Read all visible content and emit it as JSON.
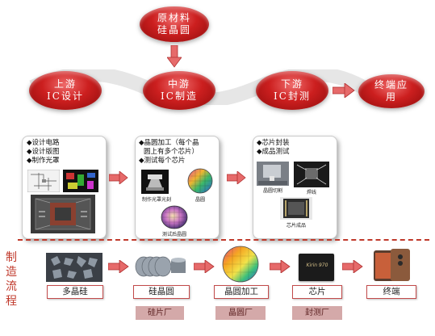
{
  "top_node": {
    "line1": "原材料",
    "line2": "硅晶圆"
  },
  "stages": [
    {
      "line1": "上游",
      "line2": "IC设计"
    },
    {
      "line1": "中游",
      "line2": "IC制造"
    },
    {
      "line1": "下游",
      "line2": "IC封测"
    }
  ],
  "end_node": {
    "line1": "终端应",
    "line2": "用"
  },
  "panels": {
    "design": {
      "bullets": [
        "◆设计电路",
        "◆设计版图",
        "◆制作光罩"
      ]
    },
    "manufacturing": {
      "bullets": [
        "◆晶圆加工（每个晶",
        "圆上有多个芯片）",
        "◆测试每个芯片"
      ],
      "captions": [
        "制作光罩光刻",
        "晶圆",
        "测试后晶圆"
      ]
    },
    "packaging": {
      "bullets": [
        "◆芯片封装",
        "◆成品测试"
      ],
      "captions": [
        "晶圆切割",
        "焊线",
        "芯片成品"
      ]
    }
  },
  "section_title": [
    "制",
    "造",
    "流",
    "程"
  ],
  "flow": [
    "多晶硅",
    "硅晶圆",
    "晶圆加工",
    "芯片",
    "终端"
  ],
  "chip_text": "Kirin 970",
  "fabs": [
    "硅片厂",
    "晶圆厂",
    "封测厂"
  ],
  "colors": {
    "accent_red": "#cc1f1f",
    "badge": "#d4a9a9",
    "divider": "#c0392b"
  }
}
